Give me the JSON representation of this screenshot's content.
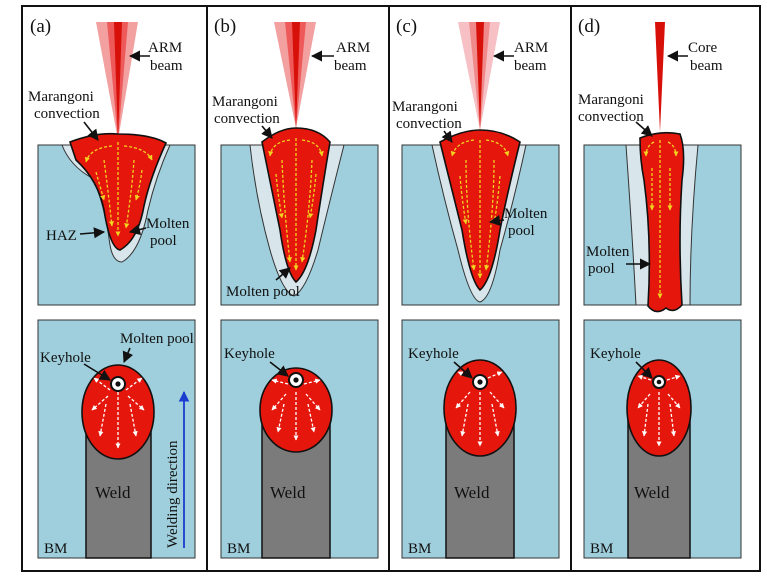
{
  "panels": [
    {
      "id": "a",
      "label": "(a)",
      "beam_label_line1": "ARM",
      "beam_label_line2": "beam",
      "convection_line1": "Marangoni",
      "convection_line2": "convection",
      "molten_line1": "Molten",
      "molten_line2": "pool",
      "haz": "HAZ",
      "top_molten_pool": "Molten pool",
      "keyhole": "Keyhole",
      "weld": "Weld",
      "bm": "BM",
      "direction": "Welding direction"
    },
    {
      "id": "b",
      "label": "(b)",
      "beam_label_line1": "ARM",
      "beam_label_line2": "beam",
      "convection_line1": "Marangoni",
      "convection_line2": "convection",
      "molten_single": "Molten pool",
      "keyhole": "Keyhole",
      "weld": "Weld",
      "bm": "BM"
    },
    {
      "id": "c",
      "label": "(c)",
      "beam_label_line1": "ARM",
      "beam_label_line2": "beam",
      "convection_line1": "Marangoni",
      "convection_line2": "convection",
      "molten_line1": "Molten",
      "molten_line2": "pool",
      "keyhole": "Keyhole",
      "weld": "Weld",
      "bm": "BM"
    },
    {
      "id": "d",
      "label": "(d)",
      "beam_label_line1": "Core",
      "beam_label_line2": "beam",
      "convection_line1": "Marangoni",
      "convection_line2": "convection",
      "molten_line1": "Molten",
      "molten_line2": "pool",
      "keyhole": "Keyhole",
      "weld": "Weld",
      "bm": "BM"
    }
  ],
  "colors": {
    "base_metal": "#9fcfdc",
    "haz": "#d8e6ec",
    "molten": "#e5160c",
    "weld": "#7b7b7b",
    "flow_arrows": "#f1d320",
    "frame": "#111111"
  },
  "icons": [
    "beam-cone",
    "keyhole-icon",
    "flow-arrow-icon",
    "direction-arrow-icon"
  ]
}
